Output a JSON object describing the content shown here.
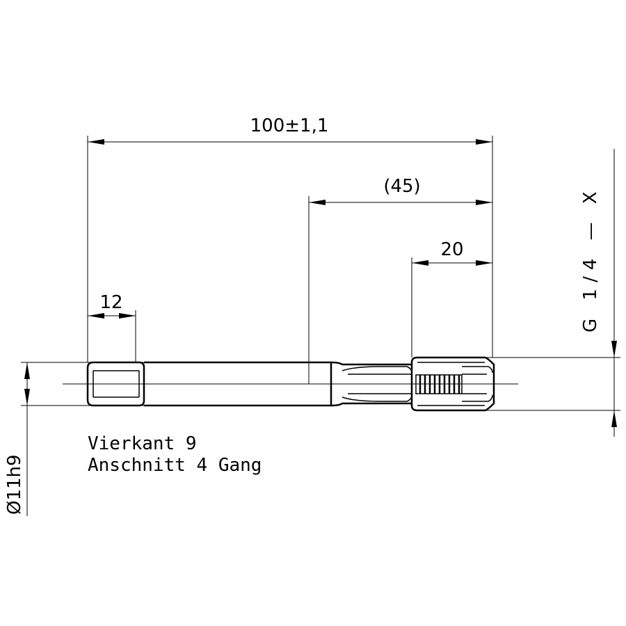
{
  "dimensions": {
    "overall_length": "100±1,1",
    "shank_section": "(45)",
    "thread_length": "20",
    "square_length": "12",
    "shank_diameter": "Ø11h9",
    "thread_designation": "G 1/4 — X"
  },
  "notes": {
    "line1": "Vierkant 9",
    "line2": "Anschnitt 4 Gang"
  }
}
